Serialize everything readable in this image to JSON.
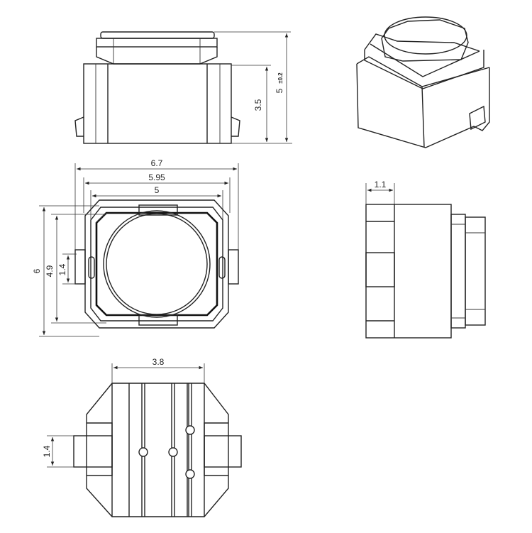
{
  "dimensions": {
    "side_height_body": "3.5",
    "side_height_total_main": "5",
    "side_height_total_sub": "±0.2",
    "top_width_outer": "6.7",
    "top_width_mid": "5.95",
    "top_width_inner": "5",
    "top_height_outer": "6",
    "top_height_inner": "4.9",
    "top_height_tab": "1.4",
    "right_side_cap": "1.1",
    "bottom_pad_spacing": "3.8",
    "bottom_pad_height": "1.4"
  }
}
